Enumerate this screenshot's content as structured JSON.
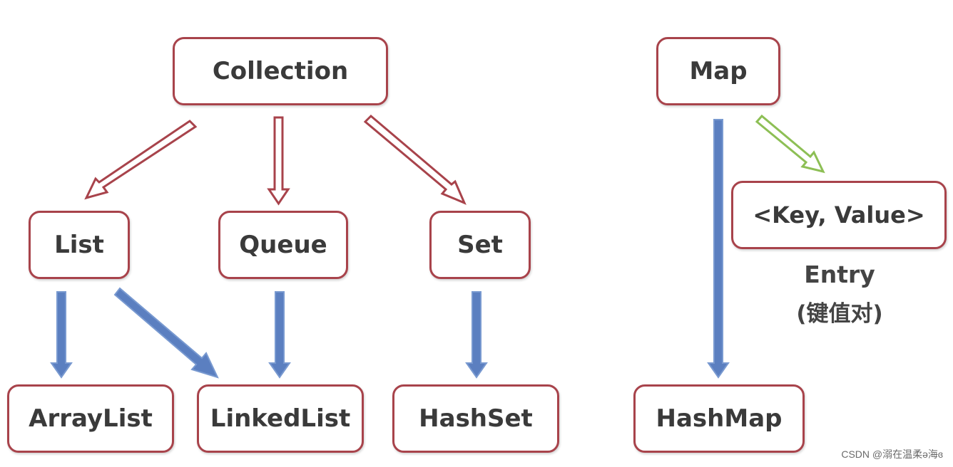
{
  "nodes": {
    "collection": "Collection",
    "list": "List",
    "queue": "Queue",
    "set": "Set",
    "arraylist": "ArrayList",
    "linkedlist": "LinkedList",
    "hashset": "HashSet",
    "map": "Map",
    "keyvalue": "<Key, Value>",
    "hashmap": "HashMap"
  },
  "entry_label": "Entry",
  "entry_sublabel": "(键值对)",
  "watermark": "CSDN @溺在温柔ə海ɞ",
  "colors": {
    "node_border": "#a8434b",
    "inherit_arrow": "#a8434b",
    "impl_arrow": "#5b7fc0",
    "entry_arrow": "#8dbf55",
    "text": "#3a3a3a"
  }
}
